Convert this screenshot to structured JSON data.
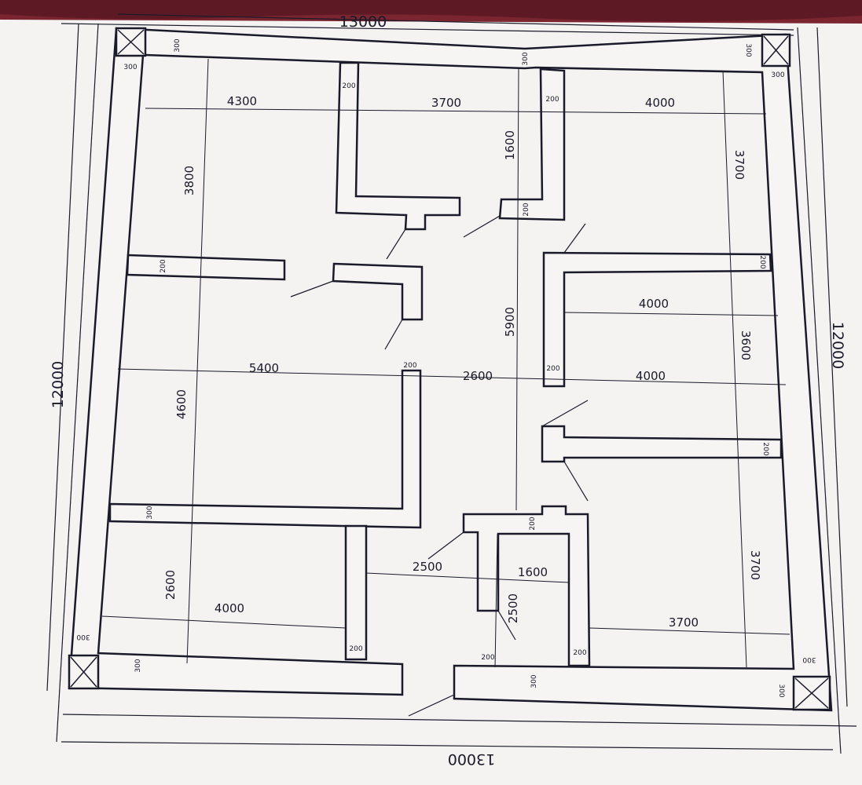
{
  "outer_dims": {
    "top": "13000",
    "bottom": "13000",
    "left": "12000",
    "right": "12000"
  },
  "room_dims": [
    "4300",
    "3700",
    "4000",
    "3800",
    "1600",
    "3700",
    "4000",
    "3600",
    "5400",
    "2600",
    "5900",
    "4000",
    "4600",
    "2500",
    "1600",
    "3700",
    "2600",
    "4000",
    "2500",
    "3700"
  ],
  "wall_thickness_labels": [
    "300",
    "300",
    "300",
    "300",
    "300",
    "300",
    "300",
    "300",
    "300",
    "300",
    "300",
    "200",
    "200",
    "200",
    "200",
    "200",
    "200",
    "200",
    "200",
    "200",
    "200",
    "200",
    "200"
  ],
  "colors": {
    "paper": "#f4f3f1",
    "ink": "#1a1a2a",
    "wall_fill": "#f6f5f3",
    "background_fabric": "#7a2530"
  }
}
